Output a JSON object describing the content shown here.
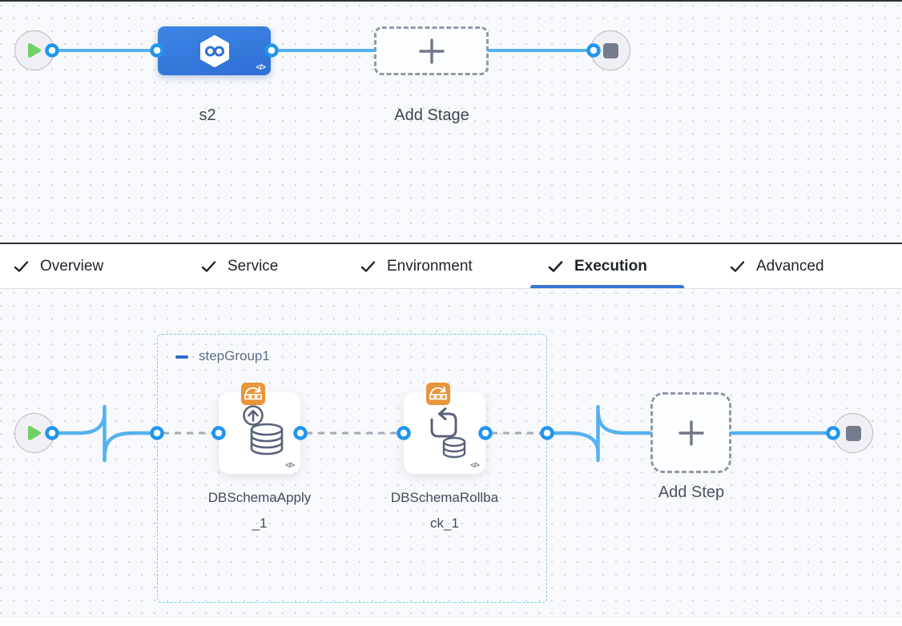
{
  "colors": {
    "wire_blue": "#55b1ef",
    "port_blue": "#1f95ef",
    "stage_blue": "#3376d9",
    "group_border_teal": "#7bcbe4",
    "badge_orange": "#e8953a",
    "play_green": "#72d069",
    "active_tab_underline": "#3474d4"
  },
  "stage_pipeline": {
    "stage": {
      "name": "s2",
      "code_glyph": "</>"
    },
    "add_stage_label": "Add Stage"
  },
  "tabs": [
    {
      "label": "Overview",
      "checked": true,
      "active": false
    },
    {
      "label": "Service",
      "checked": true,
      "active": false
    },
    {
      "label": "Environment",
      "checked": true,
      "active": false
    },
    {
      "label": "Execution",
      "checked": true,
      "active": true
    },
    {
      "label": "Advanced",
      "checked": true,
      "active": false
    }
  ],
  "execution": {
    "step_group": {
      "title": "stepGroup1"
    },
    "steps": [
      {
        "name": "DBSchemaApply_1",
        "code_glyph": "</>"
      },
      {
        "name": "DBSchemaRollback_1",
        "code_glyph": "</>"
      }
    ],
    "add_step_label": "Add Step"
  }
}
